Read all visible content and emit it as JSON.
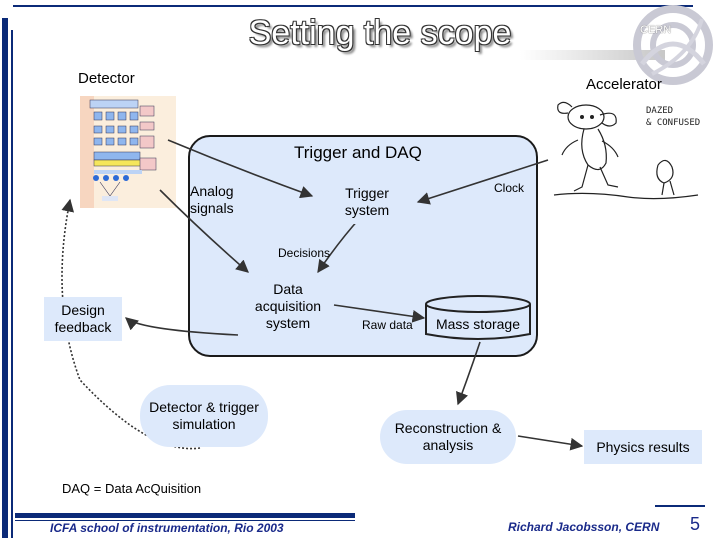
{
  "title": "Setting the scope",
  "logo": {
    "text": "CERN"
  },
  "labels": {
    "detector": "Detector",
    "accelerator": "Accelerator",
    "trigger_and_daq": "Trigger and DAQ",
    "analog_signals": "Analog signals",
    "trigger_system": "Trigger system",
    "clock": "Clock",
    "decisions": "Decisions",
    "daq_system": "Data acquisition system",
    "raw_data": "Raw data",
    "mass_storage": "Mass storage",
    "design_feedback": "Design feedback",
    "detector_simulation": "Detector & trigger simulation",
    "reconstruction": "Reconstruction & analysis",
    "physics_results": "Physics results"
  },
  "snoopy": {
    "caption": "DAZED & CONFUSED"
  },
  "acronym": "DAQ = Data AcQuisition",
  "footer": {
    "left": "ICFA school of instrumentation, Rio 2003",
    "right": "Richard Jacobsson, CERN",
    "page": "5"
  },
  "colors": {
    "panel": "#dde9fb",
    "frame": "#0b2a78",
    "footer_text": "#1a2a8a"
  }
}
